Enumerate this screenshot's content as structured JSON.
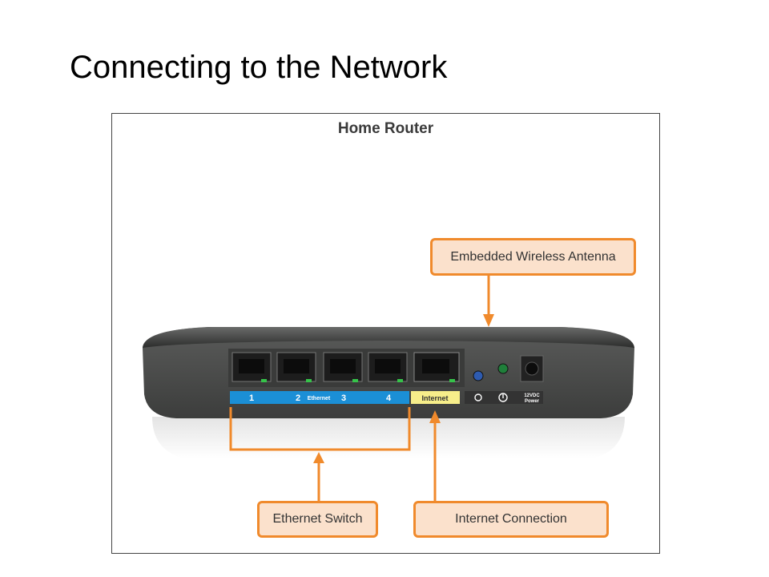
{
  "slide": {
    "title": "Connecting to the Network"
  },
  "figure": {
    "title": "Home Router"
  },
  "router": {
    "port_labels": [
      "1",
      "2",
      "Ethernet",
      "3",
      "4",
      "Internet"
    ],
    "power_label_line1": "12VDC",
    "power_label_line2": "Power",
    "body_color": "#4a4b4a",
    "ethernet_strip_color": "#1b8fd6",
    "internet_strip_color": "#f7ee8a",
    "led_color": "#36c24a"
  },
  "callouts": {
    "antenna": "Embedded Wireless Antenna",
    "ethernet_switch": "Ethernet Switch",
    "internet_connection": "Internet Connection",
    "accent_color": "#f08a2c",
    "fill_color": "#fbe1cc"
  }
}
